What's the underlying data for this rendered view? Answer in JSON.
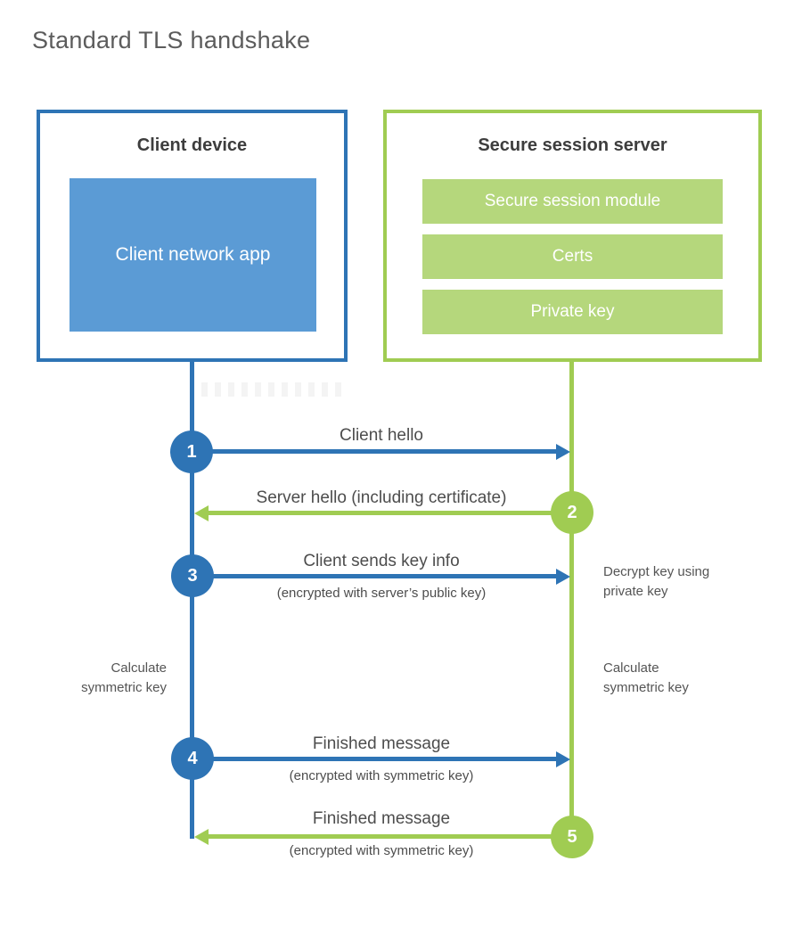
{
  "title": "Standard TLS handshake",
  "colors": {
    "blue": "#2e74b5",
    "blue_fill": "#5b9bd5",
    "green": "#a0cc52",
    "green_fill": "#b5d77c",
    "label_text": "#4d4d4d"
  },
  "client_box": {
    "title": "Client device",
    "module": "Client network app"
  },
  "server_box": {
    "title": "Secure session server",
    "modules": [
      "Secure session module",
      "Certs",
      "Private key"
    ]
  },
  "steps": [
    {
      "num": "1",
      "label": "Client hello",
      "sublabel": "",
      "from": "client",
      "to": "server"
    },
    {
      "num": "2",
      "label": "Server hello (including certificate)",
      "sublabel": "",
      "from": "server",
      "to": "client"
    },
    {
      "num": "3",
      "label": "Client sends key info",
      "sublabel": "(encrypted with server’s public key)",
      "from": "client",
      "to": "server",
      "note": "Decrypt key using private key"
    },
    {
      "num": "4",
      "label": "Finished message",
      "sublabel": "(encrypted with symmetric key)",
      "from": "client",
      "to": "server"
    },
    {
      "num": "5",
      "label": "Finished message",
      "sublabel": "(encrypted with symmetric key)",
      "from": "server",
      "to": "client"
    }
  ],
  "annotations": {
    "client_note": "Calculate symmetric key",
    "server_note": "Calculate symmetric key"
  }
}
